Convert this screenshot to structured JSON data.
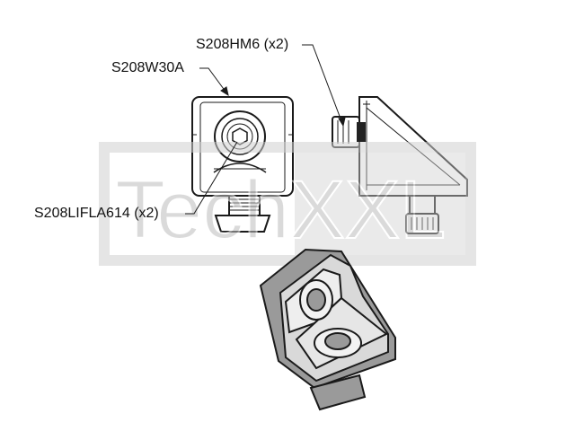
{
  "callouts": {
    "hammer_nut": "S208HM6 (x2)",
    "angle_bracket": "S208W30A",
    "screw": "S208LIFLA614 (x2)"
  },
  "watermark": {
    "text": "TechXXL"
  },
  "colors": {
    "line": "#1a1a1a",
    "watermark_fill": "#cfcfcf",
    "bracket_shade": "#9a9a9a",
    "bracket_light": "#d9d9d9"
  }
}
